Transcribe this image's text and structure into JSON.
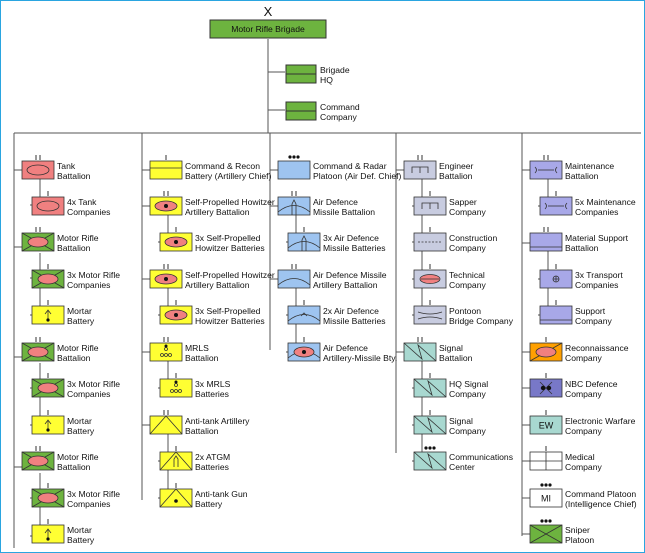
{
  "top": {
    "echelon": "X",
    "name": "Motor Rifle Brigade"
  },
  "hq": [
    {
      "lines": [
        "Brigade",
        "HQ"
      ]
    },
    {
      "lines": [
        "Command",
        "Company"
      ]
    }
  ],
  "units": [
    {
      "lines": [
        "Tank",
        "Battalion"
      ],
      "color": "#f08080",
      "sym": "tank",
      "col": 0,
      "row": 0,
      "indent": false,
      "mark": "II"
    },
    {
      "lines": [
        "4x Tank",
        "Companies"
      ],
      "color": "#f08080",
      "sym": "tank",
      "col": 0,
      "row": 1,
      "indent": true,
      "mark": "I"
    },
    {
      "lines": [
        "Motor Rifle",
        "Battalion"
      ],
      "color": "#6db33f",
      "sym": "mrifle",
      "col": 0,
      "row": 2,
      "indent": false,
      "mark": "II"
    },
    {
      "lines": [
        "3x Motor Rifle",
        "Companies"
      ],
      "color": "#6db33f",
      "sym": "mrifle",
      "col": 0,
      "row": 3,
      "indent": true,
      "mark": "I"
    },
    {
      "lines": [
        "Mortar",
        "Battery"
      ],
      "color": "#ffff33",
      "sym": "mortar",
      "col": 0,
      "row": 4,
      "indent": true,
      "mark": "I"
    },
    {
      "lines": [
        "Motor Rifle",
        "Battalion"
      ],
      "color": "#6db33f",
      "sym": "mrifle",
      "col": 0,
      "row": 5,
      "indent": false,
      "mark": "II"
    },
    {
      "lines": [
        "3x Motor Rifle",
        "Companies"
      ],
      "color": "#6db33f",
      "sym": "mrifle",
      "col": 0,
      "row": 6,
      "indent": true,
      "mark": "I"
    },
    {
      "lines": [
        "Mortar",
        "Battery"
      ],
      "color": "#ffff33",
      "sym": "mortar",
      "col": 0,
      "row": 7,
      "indent": true,
      "mark": "I"
    },
    {
      "lines": [
        "Motor Rifle",
        "Battalion"
      ],
      "color": "#6db33f",
      "sym": "mrifle",
      "col": 0,
      "row": 8,
      "indent": false,
      "mark": "II"
    },
    {
      "lines": [
        "3x Motor Rifle",
        "Companies"
      ],
      "color": "#6db33f",
      "sym": "mrifle",
      "col": 0,
      "row": 9,
      "indent": true,
      "mark": "I"
    },
    {
      "lines": [
        "Mortar",
        "Battery"
      ],
      "color": "#ffff33",
      "sym": "mortar",
      "col": 0,
      "row": 10,
      "indent": true,
      "mark": "I"
    },
    {
      "lines": [
        "Command & Recon",
        "Battery (Artillery Chief)"
      ],
      "color": "#ffff33",
      "sym": "cmdrecon",
      "col": 1,
      "row": 0,
      "indent": false,
      "mark": "I"
    },
    {
      "lines": [
        "Self-Propelled Howitzer",
        "Artillery Battalion"
      ],
      "color": "#ffff33",
      "sym": "sph",
      "col": 1,
      "row": 1,
      "indent": false,
      "mark": "II"
    },
    {
      "lines": [
        "3x Self-Propelled",
        "Howitzer Batteries"
      ],
      "color": "#ffff33",
      "sym": "sph",
      "col": 1,
      "row": 2,
      "indent": true,
      "mark": "I"
    },
    {
      "lines": [
        "Self-Propelled Howitzer",
        "Artillery Battalion"
      ],
      "color": "#ffff33",
      "sym": "sph",
      "col": 1,
      "row": 3,
      "indent": false,
      "mark": "II"
    },
    {
      "lines": [
        "3x Self-Propelled",
        "Howitzer Batteries"
      ],
      "color": "#ffff33",
      "sym": "sph",
      "col": 1,
      "row": 4,
      "indent": true,
      "mark": "I"
    },
    {
      "lines": [
        "MRLS",
        "Battalion"
      ],
      "color": "#ffff33",
      "sym": "mrls",
      "col": 1,
      "row": 5,
      "indent": false,
      "mark": "II"
    },
    {
      "lines": [
        "3x MRLS",
        "Batteries"
      ],
      "color": "#ffff33",
      "sym": "mrls",
      "col": 1,
      "row": 6,
      "indent": true,
      "mark": "I"
    },
    {
      "lines": [
        "Anti-tank Artillery",
        "Battalion"
      ],
      "color": "#ffff33",
      "sym": "at",
      "col": 1,
      "row": 7,
      "indent": false,
      "mark": "II"
    },
    {
      "lines": [
        "2x ATGM",
        "Batteries"
      ],
      "color": "#ffff33",
      "sym": "atgm",
      "col": 1,
      "row": 8,
      "indent": true,
      "mark": "I"
    },
    {
      "lines": [
        "Anti-tank Gun",
        "Battery"
      ],
      "color": "#ffff33",
      "sym": "atgun",
      "col": 1,
      "row": 9,
      "indent": true,
      "mark": "I"
    },
    {
      "lines": [
        "Command & Radar",
        "Platoon (Air Def. Chief)"
      ],
      "color": "#9ec4f0",
      "sym": "radar",
      "col": 2,
      "row": 0,
      "indent": false,
      "mark": "•••"
    },
    {
      "lines": [
        "Air Defence",
        "Missile Battalion"
      ],
      "color": "#9ec4f0",
      "sym": "admissile",
      "col": 2,
      "row": 1,
      "indent": false,
      "mark": "II"
    },
    {
      "lines": [
        "3x Air Defence",
        "Missile Batteries"
      ],
      "color": "#9ec4f0",
      "sym": "admissile",
      "col": 2,
      "row": 2,
      "indent": true,
      "mark": "I"
    },
    {
      "lines": [
        "Air Defence Missile",
        "Artillery Battalion"
      ],
      "color": "#9ec4f0",
      "sym": "adart",
      "col": 2,
      "row": 3,
      "indent": false,
      "mark": "II"
    },
    {
      "lines": [
        "2x Air Defence",
        "Missile Batteries"
      ],
      "color": "#9ec4f0",
      "sym": "adart",
      "col": 2,
      "row": 4,
      "indent": true,
      "mark": "I"
    },
    {
      "lines": [
        "Air Defence",
        "Artillery-Missile Bty."
      ],
      "color": "#9ec4f0",
      "sym": "adam",
      "col": 2,
      "row": 5,
      "indent": true,
      "mark": "I"
    },
    {
      "lines": [
        "Engineer",
        "Battalion"
      ],
      "color": "#c8cce0",
      "sym": "eng",
      "col": 3,
      "row": 0,
      "indent": false,
      "mark": "II"
    },
    {
      "lines": [
        "Sapper",
        "Company"
      ],
      "color": "#c8cce0",
      "sym": "eng",
      "col": 3,
      "row": 1,
      "indent": true,
      "mark": "I"
    },
    {
      "lines": [
        "Construction",
        "Company"
      ],
      "color": "#c8cce0",
      "sym": "constr",
      "col": 3,
      "row": 2,
      "indent": true,
      "mark": "I"
    },
    {
      "lines": [
        "Technical",
        "Company"
      ],
      "color": "#c8cce0",
      "sym": "tech",
      "col": 3,
      "row": 3,
      "indent": true,
      "mark": "I"
    },
    {
      "lines": [
        "Pontoon",
        "Bridge Company"
      ],
      "color": "#c8cce0",
      "sym": "pontoon",
      "col": 3,
      "row": 4,
      "indent": true,
      "mark": "I"
    },
    {
      "lines": [
        "Signal",
        "Battalion"
      ],
      "color": "#a8d8d0",
      "sym": "signal",
      "col": 3,
      "row": 5,
      "indent": false,
      "mark": "II"
    },
    {
      "lines": [
        "HQ Signal",
        "Company"
      ],
      "color": "#a8d8d0",
      "sym": "signal",
      "col": 3,
      "row": 6,
      "indent": true,
      "mark": "I"
    },
    {
      "lines": [
        "Signal",
        "Company"
      ],
      "color": "#a8d8d0",
      "sym": "signal",
      "col": 3,
      "row": 7,
      "indent": true,
      "mark": "I"
    },
    {
      "lines": [
        "Communications",
        "Center"
      ],
      "color": "#a8d8d0",
      "sym": "signal",
      "col": 3,
      "row": 8,
      "indent": true,
      "mark": "•••"
    },
    {
      "lines": [
        "Maintenance",
        "Battalion"
      ],
      "color": "#a8a8e8",
      "sym": "maint",
      "col": 4,
      "row": 0,
      "indent": false,
      "mark": "II"
    },
    {
      "lines": [
        "5x Maintenance",
        "Companies"
      ],
      "color": "#a8a8e8",
      "sym": "maint",
      "col": 4,
      "row": 1,
      "indent": true,
      "mark": "I"
    },
    {
      "lines": [
        "Material Support",
        "Battalion"
      ],
      "color": "#a8a8e8",
      "sym": "plain",
      "col": 4,
      "row": 2,
      "indent": false,
      "mark": "II"
    },
    {
      "lines": [
        "3x Transport",
        "Companies"
      ],
      "color": "#a8a8e8",
      "sym": "transport",
      "col": 4,
      "row": 3,
      "indent": true,
      "mark": "I"
    },
    {
      "lines": [
        "Support",
        "Company"
      ],
      "color": "#a8a8e8",
      "sym": "plain",
      "col": 4,
      "row": 4,
      "indent": true,
      "mark": "I"
    },
    {
      "lines": [
        "Reconnaissance",
        "Company"
      ],
      "color": "#ffa000",
      "sym": "recon",
      "col": 4,
      "row": 5,
      "indent": false,
      "mark": "I"
    },
    {
      "lines": [
        "NBC Defence",
        "Company"
      ],
      "color": "#7878c8",
      "sym": "nbc",
      "col": 4,
      "row": 6,
      "indent": false,
      "mark": "I"
    },
    {
      "lines": [
        "Electronic Warfare",
        "Company"
      ],
      "color": "#a8d8d0",
      "sym": "ew",
      "text": "EW",
      "col": 4,
      "row": 7,
      "indent": false,
      "mark": "I"
    },
    {
      "lines": [
        "Medical",
        "Company"
      ],
      "color": "#ffffff",
      "sym": "medical",
      "col": 4,
      "row": 8,
      "indent": false,
      "mark": "I"
    },
    {
      "lines": [
        "Command Platoon",
        "(Intelligence Chief)"
      ],
      "color": "#ffffff",
      "sym": "mi",
      "text": "MI",
      "col": 4,
      "row": 9,
      "indent": false,
      "mark": "•••"
    },
    {
      "lines": [
        "Sniper",
        "Platoon"
      ],
      "color": "#6db33f",
      "sym": "sniper",
      "col": 4,
      "row": 10,
      "indent": false,
      "mark": "•••"
    }
  ]
}
